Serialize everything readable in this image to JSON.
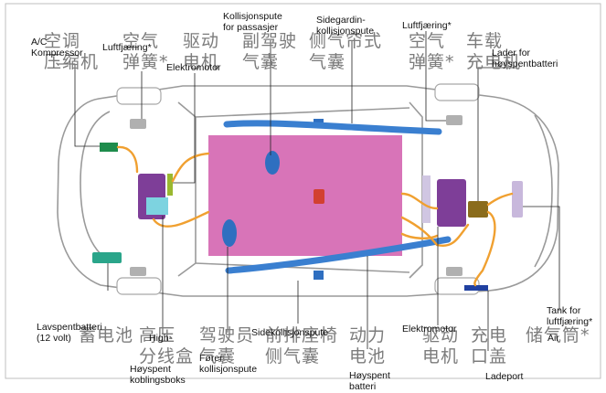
{
  "labels": {
    "ac_compressor": "A/C\nKompressor",
    "air_spring_front": "Luftfjæring*",
    "motor_front": "Elektromotor",
    "passenger_airbag": "Kollisjonspute\nfor passasjer",
    "curtain_airbag": "Sidegardin-\nkollisjonspute",
    "air_spring_rear": "Luftfjæring*",
    "hv_charger": "Lader for\nhøyspentbatteri",
    "lv_battery": "Lavspentbatteri\n(12 volt)",
    "hv_junction_box": "Høyspent\nkoblingsboks",
    "hv_junction_box_short": "High-",
    "driver_airbag": "Fører\nkollisjonspute",
    "side_airbag": "Sidekollisjonspute",
    "hv_battery": "Høyspent\nbatteri",
    "motor_rear": "Elektromotor",
    "charge_port": "Ladeport",
    "air_tank": "Tank for\nluftfjæring*",
    "air_tank_short": "Air"
  },
  "chinese_labels": {
    "ac": "空调\n压缩机",
    "spring_front": "空气\n弹簧*",
    "motor_front": "驱动\n电机",
    "pass_airbag": "副驾驶\n气囊",
    "curtain": "侧气帘式\n气囊",
    "spring_rear": "空气\n弹簧*",
    "charger": "车载\n充电机",
    "lv_battery": "蓄电池",
    "junction": "高压\n分线盒",
    "driver_airbag": "驾驶员\n气囊",
    "side_airbag": "前排座椅\n侧气囊",
    "power_battery": "动力\n电池",
    "motor_rear": "驱动\n电机",
    "charge_port": "充电\n口盖",
    "tank": "储气筒*"
  },
  "colors": {
    "battery": "#d874b8",
    "airbag_blue": "#2f6fc0",
    "curtain_blue": "#3a7fd0",
    "motor_purple": "#7e3e98",
    "junction_cyan": "#7dd3e0",
    "charger_olive": "#8a6c1c",
    "lv_battery_teal": "#2aa58a",
    "compressor_green": "#1e8c4c",
    "hv_cable": "#f0a030",
    "side_airbag_red": "#d24030",
    "air_tank_lavender": "#c8b8dc"
  }
}
